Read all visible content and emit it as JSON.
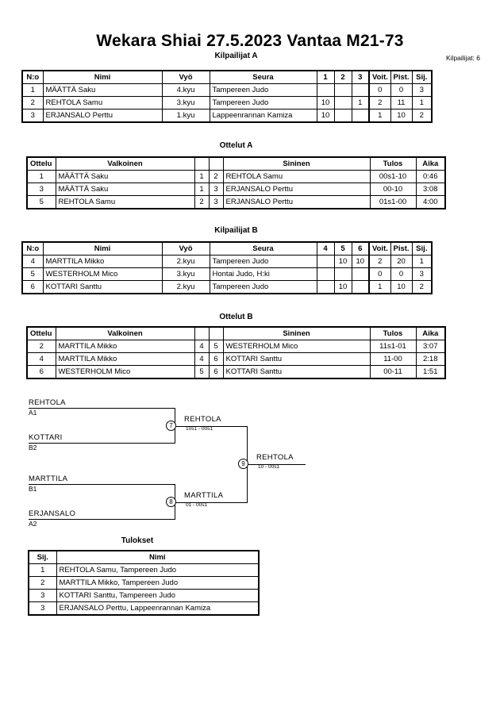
{
  "header": {
    "title": "Wekara Shiai  27.5.2023  Vantaa   M21-73",
    "entrants_label": "Kilpailijat: 6"
  },
  "pool_a": {
    "caption": "Kilpailijat A",
    "columns": [
      "N:o",
      "Nimi",
      "Vyö",
      "Seura",
      "1",
      "2",
      "3",
      "Voit.",
      "Pist.",
      "Sij."
    ],
    "rows": [
      {
        "no": "1",
        "name": "MÄÄTTÄ Saku",
        "belt": "4.kyu",
        "club": "Tampereen Judo",
        "m1": "",
        "m2": "",
        "m3": "",
        "wins": "0",
        "points": "0",
        "rank": "3"
      },
      {
        "no": "2",
        "name": "REHTOLA Samu",
        "belt": "3.kyu",
        "club": "Tampereen Judo",
        "m1": "10",
        "m2": "",
        "m3": "1",
        "wins": "2",
        "points": "11",
        "rank": "1"
      },
      {
        "no": "3",
        "name": "ERJANSALO Perttu",
        "belt": "1.kyu",
        "club": "Lappeenrannan Kamiza",
        "m1": "10",
        "m2": "",
        "m3": "",
        "wins": "1",
        "points": "10",
        "rank": "2"
      }
    ]
  },
  "matches_a": {
    "caption": "Ottelut A",
    "columns": [
      "Ottelu",
      "Valkoinen",
      "",
      "",
      "Sininen",
      "Tulos",
      "Aika"
    ],
    "rows": [
      {
        "no": "1",
        "white": "MÄÄTTÄ Saku",
        "wn": "1",
        "bn": "2",
        "blue": "REHTOLA Samu",
        "result": "00s1-10",
        "time": "0:46"
      },
      {
        "no": "3",
        "white": "MÄÄTTÄ Saku",
        "wn": "1",
        "bn": "3",
        "blue": "ERJANSALO Perttu",
        "result": "00-10",
        "time": "3:08"
      },
      {
        "no": "5",
        "white": "REHTOLA Samu",
        "wn": "2",
        "bn": "3",
        "blue": "ERJANSALO Perttu",
        "result": "01s1-00",
        "time": "4:00"
      }
    ]
  },
  "pool_b": {
    "caption": "Kilpailijat B",
    "columns": [
      "N:o",
      "Nimi",
      "Vyö",
      "Seura",
      "4",
      "5",
      "6",
      "Voit.",
      "Pist.",
      "Sij."
    ],
    "rows": [
      {
        "no": "4",
        "name": "MARTTILA Mikko",
        "belt": "2.kyu",
        "club": "Tampereen Judo",
        "m1": "",
        "m2": "10",
        "m3": "10",
        "wins": "2",
        "points": "20",
        "rank": "1"
      },
      {
        "no": "5",
        "name": "WESTERHOLM Mico",
        "belt": "3.kyu",
        "club": "Hontai Judo, H:ki",
        "m1": "",
        "m2": "",
        "m3": "",
        "wins": "0",
        "points": "0",
        "rank": "3"
      },
      {
        "no": "6",
        "name": "KOTTARI Santtu",
        "belt": "2.kyu",
        "club": "Tampereen Judo",
        "m1": "",
        "m2": "10",
        "m3": "",
        "wins": "1",
        "points": "10",
        "rank": "2"
      }
    ]
  },
  "matches_b": {
    "caption": "Ottelut B",
    "columns": [
      "Ottelu",
      "Valkoinen",
      "",
      "",
      "Sininen",
      "Tulos",
      "Aika"
    ],
    "rows": [
      {
        "no": "2",
        "white": "MARTTILA Mikko",
        "wn": "4",
        "bn": "5",
        "blue": "WESTERHOLM Mico",
        "result": "11s1-01",
        "time": "3:07"
      },
      {
        "no": "4",
        "white": "MARTTILA Mikko",
        "wn": "4",
        "bn": "6",
        "blue": "KOTTARI Santtu",
        "result": "11-00",
        "time": "2:18"
      },
      {
        "no": "6",
        "white": "WESTERHOLM Mico",
        "wn": "5",
        "bn": "6",
        "blue": "KOTTARI Santtu",
        "result": "00-11",
        "time": "1:51"
      }
    ]
  },
  "bracket": {
    "entries": [
      {
        "name": "REHTOLA",
        "seed": "A1"
      },
      {
        "name": "KOTTARI",
        "seed": "B2"
      },
      {
        "name": "MARTTILA",
        "seed": "B1"
      },
      {
        "name": "ERJANSALO",
        "seed": "A2"
      }
    ],
    "nodes": [
      {
        "number": "7",
        "winner": "REHTOLA",
        "score": "10s1 - 00s1"
      },
      {
        "number": "8",
        "winner": "MARTTILA",
        "score": "01 - 00s1"
      },
      {
        "number": "9",
        "winner": "REHTOLA",
        "score": "10 - 00s1"
      }
    ]
  },
  "results": {
    "caption": "Tulokset",
    "columns": [
      "Sij.",
      "Nimi"
    ],
    "rows": [
      {
        "rank": "1",
        "name": "REHTOLA Samu, Tampereen Judo"
      },
      {
        "rank": "2",
        "name": "MARTTILA Mikko, Tampereen Judo"
      },
      {
        "rank": "3",
        "name": "KOTTARI Santtu, Tampereen Judo"
      },
      {
        "rank": "3",
        "name": "ERJANSALO Perttu, Lappeenrannan Kamiza"
      }
    ]
  }
}
